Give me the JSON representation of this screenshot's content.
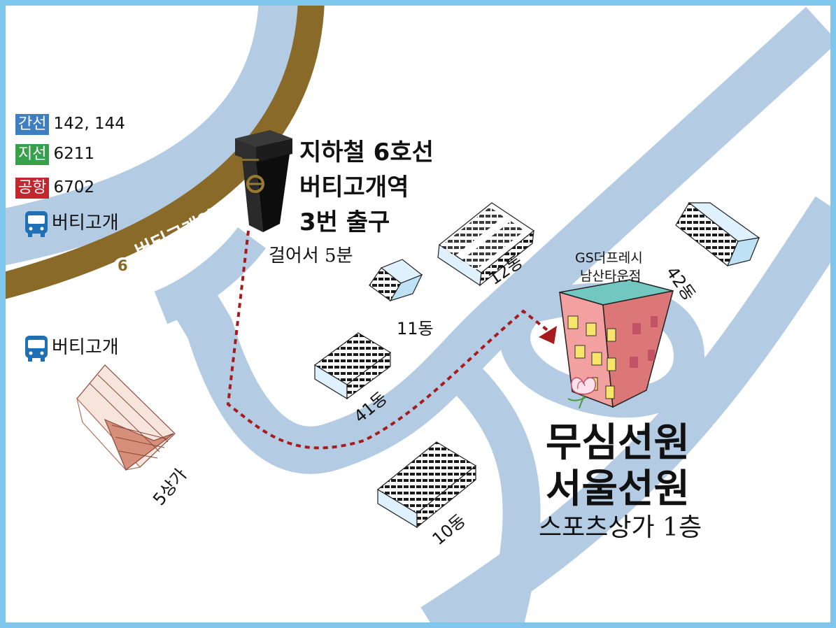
{
  "colors": {
    "border": "#7fc6ec",
    "road": "#b3cbe3",
    "subway_line": "#8a6a28",
    "trunk_bus": "#3d7fc1",
    "branch_bus": "#37a04c",
    "airport_bus": "#c1272d",
    "walk_route": "#a61c1c",
    "destination_building": "#e98f8f",
    "destination_roof": "#72c8c0",
    "apartment": "#dff1ff",
    "shopping_5": "#d58f7a"
  },
  "bus_routes": [
    {
      "type": "간선",
      "numbers": "142, 144",
      "color": "#3d7fc1"
    },
    {
      "type": "지선",
      "numbers": "6211",
      "color": "#37a04c"
    },
    {
      "type": "공항",
      "numbers": "6702",
      "color": "#c1272d"
    }
  ],
  "bus_stops": [
    {
      "icon": "bus-icon",
      "label": "버티고개"
    },
    {
      "icon": "bus-icon",
      "label": "버티고개"
    }
  ],
  "subway": {
    "line_badge": "6",
    "line_station_label": "버티고개역",
    "exit_info": [
      "지하철 6호선",
      "버티고개역",
      "3번 출구"
    ],
    "walk_time": "걸어서 5분",
    "exit_icon": "subway-exit-icon"
  },
  "apartments": [
    {
      "label": "12동"
    },
    {
      "label": "11동"
    },
    {
      "label": "42동"
    },
    {
      "label": "41동"
    },
    {
      "label": "10동"
    }
  ],
  "shopping": {
    "label": "5상가"
  },
  "convenience_store": [
    "GS더프레시",
    "남산타운점"
  ],
  "destination": {
    "name_lines": [
      "무심선원",
      "서울선원"
    ],
    "floor": "스포츠상가 1층",
    "icon": "lotus-icon"
  }
}
